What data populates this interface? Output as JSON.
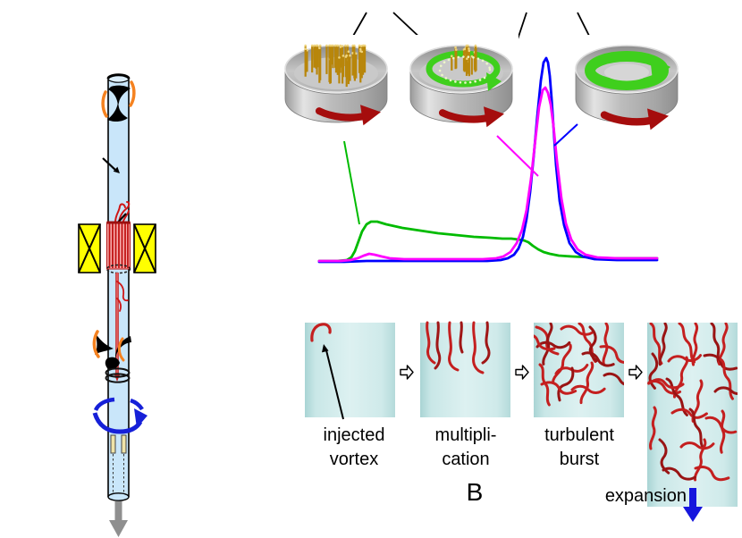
{
  "figure": {
    "panel_b": {
      "label": "B",
      "stages": [
        {
          "line1": "injected",
          "line2": "vortex"
        },
        {
          "line1": "multipli-",
          "line2": "cation"
        },
        {
          "line1": "turbulent",
          "line2": "burst"
        }
      ],
      "expansion_label": "expansion"
    },
    "colors": {
      "tube_blue": "#c9e6fa",
      "magnet_yellow": "#ffff00",
      "coil_orange": "#f58220",
      "vortex_red": "#c41f1f",
      "bundle_pink": "#f7abab",
      "rotation_arrow_blue": "#1620d8",
      "expansion_arrow_blue": "#1616dd",
      "panel_cyan": "#cdeaea",
      "cylinder_gray": "#b5b5b5",
      "rod_gold": "#b8860b",
      "flow_green": "#3fcf1d",
      "front_arrow_dark_red": "#a50d0d",
      "exit_arrow_gray": "#8f8f8f"
    }
  },
  "chart_data": {
    "type": "line",
    "title": "",
    "xlabel": "",
    "ylabel": "",
    "axes_visible": false,
    "legend": "none",
    "units": "pixel coordinates of schematic curves (figure has no labeled axes or ticks)",
    "series": [
      {
        "name": "green-signal",
        "color": "#00bb00",
        "points": [
          [
            357,
            292
          ],
          [
            377,
            292
          ],
          [
            388,
            291
          ],
          [
            393,
            288
          ],
          [
            397,
            281
          ],
          [
            401,
            270
          ],
          [
            405,
            259
          ],
          [
            410,
            251
          ],
          [
            415,
            248
          ],
          [
            422,
            248
          ],
          [
            432,
            251
          ],
          [
            450,
            255
          ],
          [
            470,
            258
          ],
          [
            490,
            261
          ],
          [
            510,
            263
          ],
          [
            530,
            265
          ],
          [
            548,
            266
          ],
          [
            562,
            267
          ],
          [
            572,
            267
          ],
          [
            580,
            268
          ],
          [
            586,
            269
          ],
          [
            591,
            271
          ],
          [
            596,
            275
          ],
          [
            602,
            279
          ],
          [
            608,
            282
          ],
          [
            615,
            284
          ],
          [
            625,
            286
          ],
          [
            640,
            287
          ],
          [
            660,
            288
          ],
          [
            685,
            289
          ],
          [
            710,
            289
          ],
          [
            735,
            289
          ]
        ]
      },
      {
        "name": "blue-signal",
        "color": "#0000ff",
        "points": [
          [
            357,
            293
          ],
          [
            385,
            293
          ],
          [
            410,
            292
          ],
          [
            440,
            292
          ],
          [
            470,
            292
          ],
          [
            500,
            292
          ],
          [
            525,
            292
          ],
          [
            545,
            292
          ],
          [
            560,
            291
          ],
          [
            568,
            289
          ],
          [
            575,
            285
          ],
          [
            580,
            278
          ],
          [
            585,
            265
          ],
          [
            589,
            245
          ],
          [
            593,
            215
          ],
          [
            597,
            175
          ],
          [
            601,
            130
          ],
          [
            605,
            90
          ],
          [
            608,
            70
          ],
          [
            611,
            65
          ],
          [
            613,
            70
          ],
          [
            615,
            85
          ],
          [
            617,
            110
          ],
          [
            619,
            140
          ],
          [
            622,
            185
          ],
          [
            626,
            225
          ],
          [
            631,
            252
          ],
          [
            637,
            272
          ],
          [
            644,
            282
          ],
          [
            652,
            287
          ],
          [
            665,
            290
          ],
          [
            690,
            291
          ],
          [
            735,
            291
          ]
        ]
      },
      {
        "name": "magenta-signal",
        "color": "#ff00ff",
        "points": [
          [
            357,
            292
          ],
          [
            380,
            292
          ],
          [
            392,
            291
          ],
          [
            400,
            289
          ],
          [
            407,
            286
          ],
          [
            413,
            284
          ],
          [
            419,
            285
          ],
          [
            427,
            287
          ],
          [
            436,
            289
          ],
          [
            452,
            290
          ],
          [
            475,
            290
          ],
          [
            500,
            290
          ],
          [
            522,
            290
          ],
          [
            540,
            290
          ],
          [
            555,
            289
          ],
          [
            563,
            287
          ],
          [
            571,
            282
          ],
          [
            578,
            272
          ],
          [
            584,
            257
          ],
          [
            589,
            235
          ],
          [
            594,
            200
          ],
          [
            599,
            155
          ],
          [
            603,
            120
          ],
          [
            607,
            101
          ],
          [
            610,
            98
          ],
          [
            613,
            104
          ],
          [
            616,
            117
          ],
          [
            619,
            140
          ],
          [
            623,
            180
          ],
          [
            628,
            222
          ],
          [
            633,
            250
          ],
          [
            639,
            268
          ],
          [
            646,
            279
          ],
          [
            655,
            285
          ],
          [
            668,
            288
          ],
          [
            690,
            289
          ],
          [
            735,
            289
          ]
        ]
      }
    ]
  }
}
